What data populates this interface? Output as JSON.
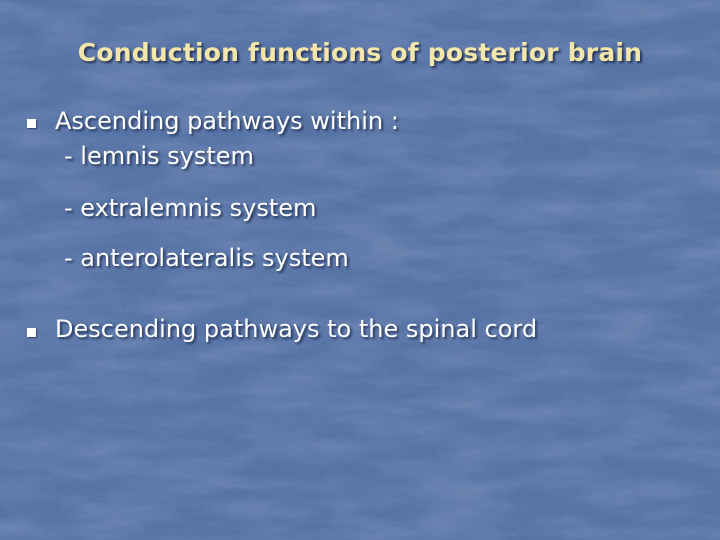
{
  "slide": {
    "title": "Conduction functions of posterior brain",
    "bullets": [
      {
        "text": "Ascending pathways within :",
        "sub_items": [
          "- lemnis system",
          "- extralemnis system",
          "- anterolateralis system"
        ]
      },
      {
        "text": "Descending pathways to the spinal cord"
      }
    ]
  },
  "colors": {
    "background": "#5673a6",
    "title": "#f3e6a8",
    "body_text": "#ffffff"
  },
  "icons": {
    "bullet_marker": "square-bullet-icon"
  }
}
